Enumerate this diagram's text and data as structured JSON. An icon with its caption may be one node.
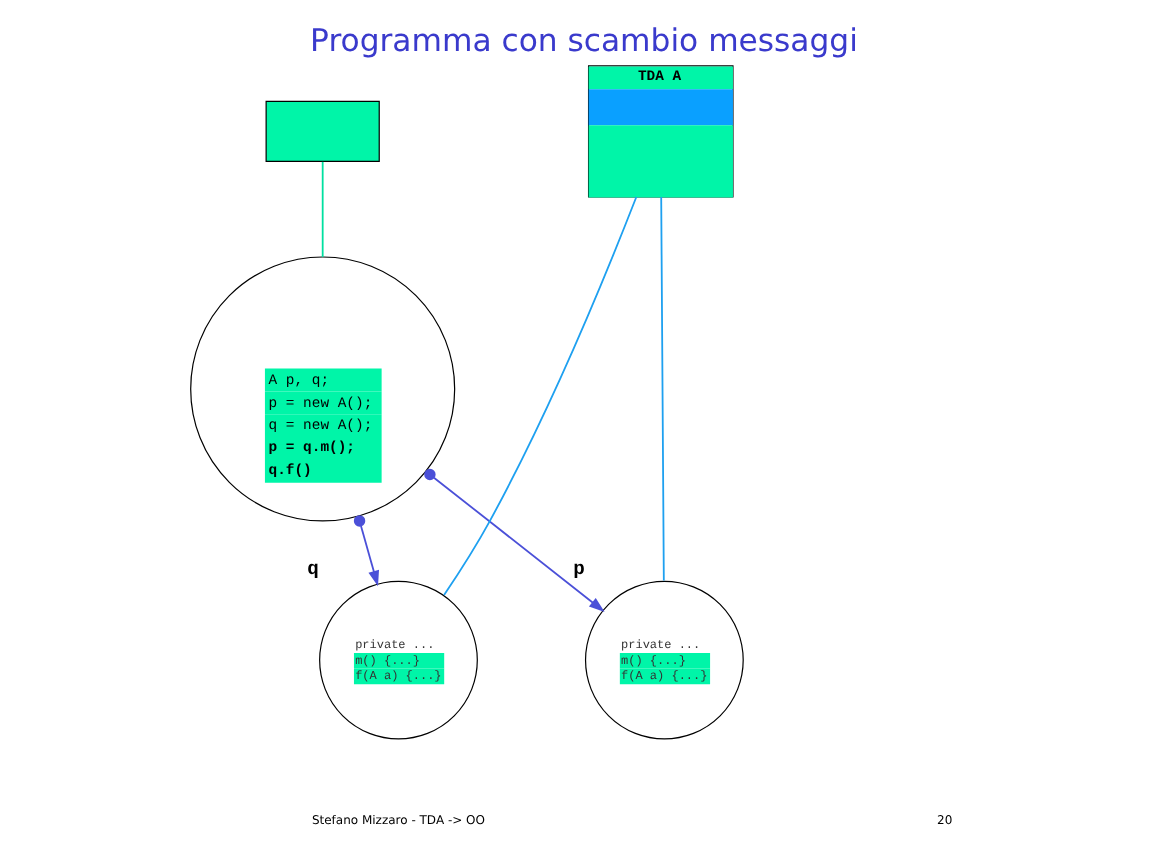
{
  "diagram": {
    "title": "Programma con scambio messaggi",
    "nodes": [
      {
        "text": [],
        "shape": "box"
      },
      {
        "text": [
          "A p, q;",
          "p = new A();",
          "q = new A();",
          "p = q.m();",
          "q.f()"
        ]
      },
      {
        "text": [
          "TDA A"
        ]
      },
      {
        "text": [
          "private ...",
          "m() {...}",
          "f(A a) {...}"
        ],
        "beside": [
          "p"
        ]
      },
      {
        "text": [
          "private ...",
          "m() {...}",
          "f(A a) {...}"
        ],
        "beside": [
          "q"
        ]
      }
    ],
    "edges": [
      {
        "from": 0,
        "to": 1,
        "arrow": "none",
        "color": "#00e0a0"
      },
      {
        "from": 2,
        "to": 3,
        "arrow": "none",
        "color": "#1ea0f0"
      },
      {
        "from": 2,
        "to": 4,
        "arrow": "none",
        "color": "#1ea0f0"
      },
      {
        "from": 1,
        "to": 3,
        "arrow": "to",
        "color": "#4b50d8"
      },
      {
        "from": 1,
        "to": 4,
        "arrow": "to",
        "color": "#4b50d8"
      }
    ],
    "labels": [
      "Stefano Mizzaro - TDA -> OO",
      "20"
    ]
  }
}
